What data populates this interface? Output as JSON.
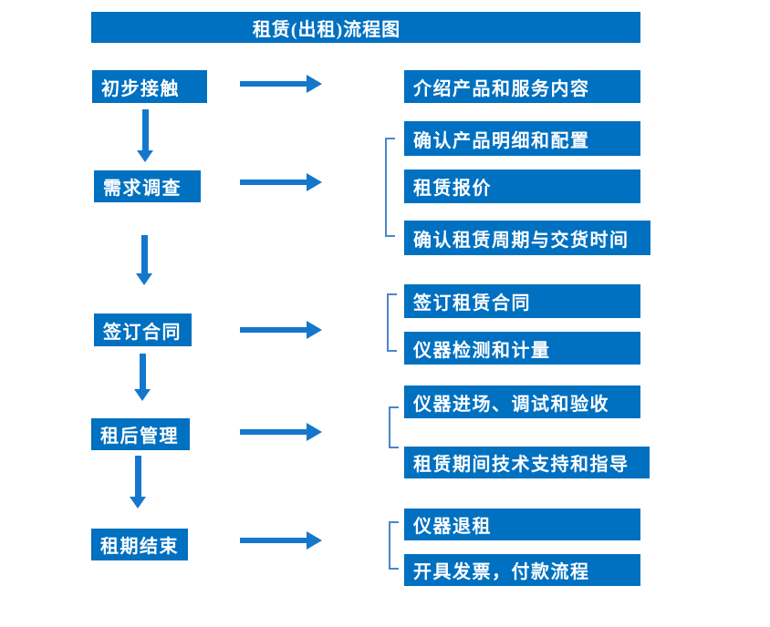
{
  "title": {
    "text": "租赁(出租)流程图"
  },
  "colors": {
    "box_blue": "#0070C0",
    "arrow_blue": "#1477CC",
    "bracket_blue": "#4A86C8",
    "text_white": "#FFFFFF",
    "background": "#FFFFFF"
  },
  "flow": {
    "steps": [
      {
        "label": "初步接触",
        "details": [
          "介绍产品和服务内容"
        ]
      },
      {
        "label": "需求调查",
        "details": [
          "确认产品明细和配置",
          "租赁报价",
          "确认租赁周期与交货时间"
        ]
      },
      {
        "label": "签订合同",
        "details": [
          "签订租赁合同",
          "仪器检测和计量"
        ]
      },
      {
        "label": "租后管理",
        "details": [
          "仪器进场、调试和验收",
          "租赁期间技术支持和指导"
        ]
      },
      {
        "label": "租期结束",
        "details": [
          "仪器退租",
          "开具发票，付款流程"
        ]
      }
    ]
  }
}
